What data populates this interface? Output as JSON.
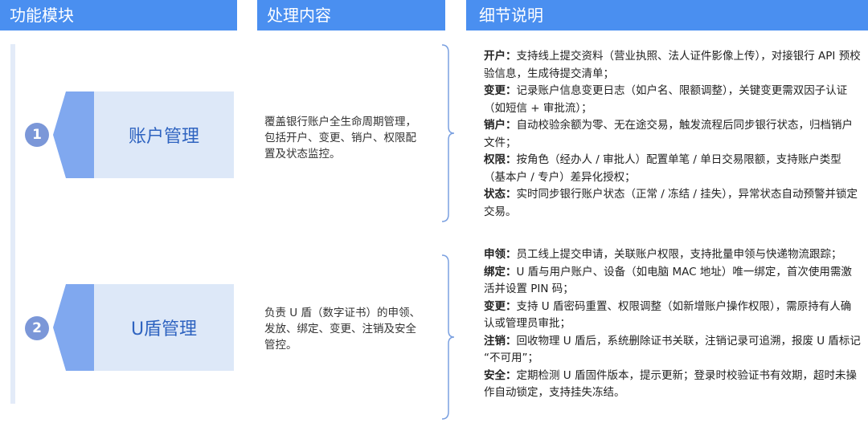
{
  "headers": {
    "modules": "功能模块",
    "processing": "处理内容",
    "details": "细节说明"
  },
  "colors": {
    "header_bg": "#4a8ff0",
    "module_box_bg": "#dde8f8",
    "module_text": "#2e63c0",
    "badge_bg": "#7b97d8",
    "chevron": "#80a8ef",
    "left_strip": "#e3ebf8"
  },
  "modules": [
    {
      "number": "1",
      "name": "账户管理",
      "processing": "覆盖银行账户全生命周期管理，包括开户、变更、销户、权限配置及状态监控。",
      "details": [
        {
          "label": "开户：",
          "text": "支持线上提交资料（营业执照、法人证件影像上传），对接银行 API 预校验信息，生成待提交清单；"
        },
        {
          "label": "变更：",
          "text": "记录账户信息变更日志（如户名、限额调整），关键变更需双因子认证（如短信 + 审批流）；"
        },
        {
          "label": "销户：",
          "text": "自动校验余额为零、无在途交易，触发流程后同步银行状态，归档销户文件；"
        },
        {
          "label": "权限：",
          "text": "按角色（经办人 / 审批人）配置单笔 / 单日交易限额，支持账户类型（基本户 / 专户）差异化授权；"
        },
        {
          "label": "状态：",
          "text": "实时同步银行账户状态（正常 / 冻结 / 挂失），异常状态自动预警并锁定交易。"
        }
      ]
    },
    {
      "number": "2",
      "name": "U盾管理",
      "processing": "负责 U 盾（数字证书）的申领、发放、绑定、变更、注销及安全管控。",
      "details": [
        {
          "label": "申领：",
          "text": "员工线上提交申请，关联账户权限，支持批量申领与快递物流跟踪；"
        },
        {
          "label": "绑定：",
          "text": "U 盾与用户账户、设备（如电脑 MAC 地址）唯一绑定，首次使用需激活并设置 PIN 码；"
        },
        {
          "label": "变更：",
          "text": "支持 U 盾密码重置、权限调整（如新增账户操作权限），需原持有人确认或管理员审批；"
        },
        {
          "label": "注销：",
          "text": "回收物理 U 盾后，系统删除证书关联，注销记录可追溯，报废 U 盾标记 “不可用”；"
        },
        {
          "label": "安全：",
          "text": "定期检测 U 盾固件版本，提示更新；登录时校验证书有效期，超时未操作自动锁定，支持挂失冻结。"
        }
      ]
    }
  ]
}
